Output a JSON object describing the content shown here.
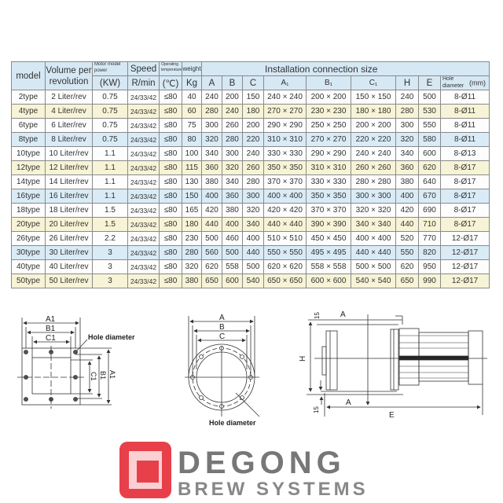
{
  "table": {
    "headers": {
      "model": "model",
      "volume": "Volume per revolution",
      "power_top": "Motor model power",
      "power_unit": "(KW)",
      "speed_top": "Speed",
      "speed_unit": "R/min",
      "temp_top": "Operating temperature",
      "temp_unit": "(℃)",
      "weight_top": "weight",
      "weight_unit": "Kg",
      "install": "Installation connection size",
      "A": "A",
      "B": "B",
      "C": "C",
      "A1": "A₁",
      "B1": "B₁",
      "C1": "C₁",
      "H": "H",
      "E": "E",
      "hole": "Hole diameter",
      "hole_unit": "(mm)"
    },
    "rows": [
      [
        "2type",
        "2 Liter/rev",
        "0.75",
        "24/33/42",
        "≤80",
        "40",
        "240",
        "200",
        "150",
        "240 × 240",
        "200 × 200",
        "150 × 150",
        "240",
        "500",
        "8-Ø11"
      ],
      [
        "4type",
        "4 Liter/rev",
        "0.75",
        "24/33/42",
        "≤80",
        "60",
        "280",
        "240",
        "180",
        "270 × 270",
        "230 × 230",
        "180 × 180",
        "280",
        "530",
        "8-Ø11"
      ],
      [
        "6type",
        "6 Liter/rev",
        "0.75",
        "24/33/42",
        "≤80",
        "75",
        "300",
        "260",
        "200",
        "290 × 290",
        "250 × 250",
        "200 × 200",
        "300",
        "550",
        "8-Ø11"
      ],
      [
        "8type",
        "8 Liter/rev",
        "0.75",
        "24/33/42",
        "≤80",
        "80",
        "320",
        "280",
        "220",
        "310 × 310",
        "270 × 270",
        "220 × 220",
        "320",
        "580",
        "8-Ø11"
      ],
      [
        "10type",
        "10 Liter/rev",
        "1.1",
        "24/33/42",
        "≤80",
        "100",
        "340",
        "300",
        "240",
        "330 × 330",
        "290 × 290",
        "240 × 240",
        "340",
        "600",
        "8-Ø13"
      ],
      [
        "12type",
        "12 Liter/rev",
        "1.1",
        "24/33/42",
        "≤80",
        "115",
        "360",
        "320",
        "260",
        "350 × 350",
        "310 × 310",
        "260 × 260",
        "360",
        "620",
        "8-Ø17"
      ],
      [
        "14type",
        "14 Liter/rev",
        "1.1",
        "24/33/42",
        "≤80",
        "130",
        "380",
        "340",
        "280",
        "370 × 370",
        "330 × 330",
        "280 × 280",
        "380",
        "640",
        "8-Ø17"
      ],
      [
        "16type",
        "16 Liter/rev",
        "1.1",
        "24/33/42",
        "≤80",
        "150",
        "400",
        "360",
        "300",
        "400 × 400",
        "350 × 350",
        "300 × 300",
        "400",
        "670",
        "8-Ø17"
      ],
      [
        "18type",
        "18 Liter/rev",
        "1.5",
        "24/33/42",
        "≤80",
        "165",
        "420",
        "380",
        "320",
        "420 × 420",
        "370 × 370",
        "320 × 320",
        "420",
        "690",
        "8-Ø17"
      ],
      [
        "20type",
        "20 Liter/rev",
        "1.5",
        "24/33/42",
        "≤80",
        "180",
        "440",
        "400",
        "340",
        "440 × 440",
        "390 × 390",
        "340 × 340",
        "440",
        "710",
        "8-Ø17"
      ],
      [
        "26type",
        "26 Liter/rev",
        "2.2",
        "24/33/42",
        "≤80",
        "230",
        "500",
        "460",
        "400",
        "510 × 510",
        "450 × 450",
        "400 × 400",
        "520",
        "770",
        "12-Ø17"
      ],
      [
        "30type",
        "30 Liter/rev",
        "3",
        "24/33/42",
        "≤80",
        "280",
        "560",
        "500",
        "440",
        "550 × 550",
        "495 × 495",
        "440 × 440",
        "550",
        "820",
        "12-Ø17"
      ],
      [
        "40type",
        "40 Liter/rev",
        "3",
        "24/33/42",
        "≤80",
        "320",
        "620",
        "558",
        "500",
        "620 × 620",
        "558 × 558",
        "500 × 500",
        "620",
        "950",
        "12-Ø17"
      ],
      [
        "50type",
        "50 Liter/rev",
        "3",
        "24/33/42",
        "≤80",
        "380",
        "650",
        "600",
        "540",
        "650 × 650",
        "600 × 600",
        "540 × 540",
        "650",
        "990",
        "12-Ø17"
      ]
    ],
    "row_colors": [
      "white",
      "yellow",
      "white",
      "blue"
    ]
  },
  "drawings": {
    "square_flange": {
      "A1": "A1",
      "B1": "B1",
      "C1": "C1",
      "hole_label": "Hole diameter"
    },
    "round_flange": {
      "A": "A",
      "B": "B",
      "C": "C",
      "hole_label": "Hole diameter"
    },
    "side_view": {
      "A_top": "A",
      "A_bottom": "A",
      "H": "H",
      "E": "E",
      "gap_top": "15",
      "gap_bottom": "15"
    }
  },
  "watermark": {
    "brand": "DEGONG",
    "tagline": "BREW SYSTEMS",
    "color": "#e8404a"
  },
  "colors": {
    "header": "#d6e8f4",
    "yellow": "#f7f3d6",
    "blue": "#d9ebf6"
  }
}
